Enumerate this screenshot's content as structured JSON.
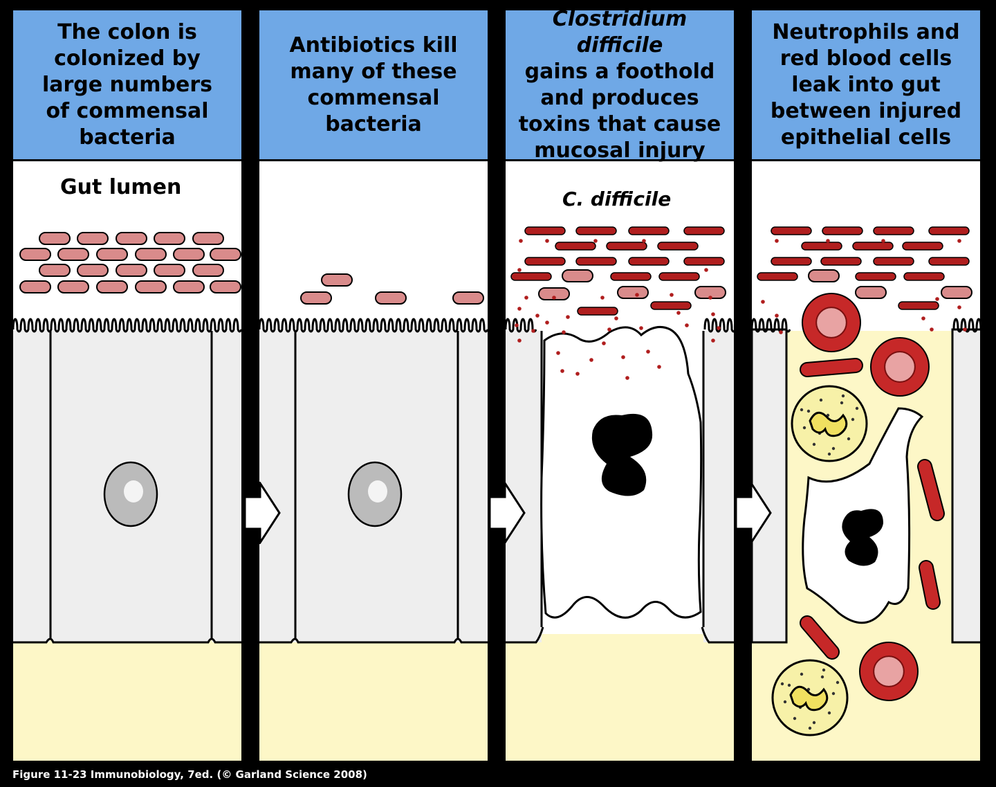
{
  "panels": [
    {
      "title_lines": [
        {
          "text": "The colon is",
          "italic": false
        },
        {
          "text": "colonized by",
          "italic": false
        },
        {
          "text": "large numbers",
          "italic": false
        },
        {
          "text": "of commensal",
          "italic": false
        },
        {
          "text": "bacteria",
          "italic": false
        }
      ],
      "label": "Gut lumen"
    },
    {
      "title_lines": [
        {
          "text": "Antibiotics kill",
          "italic": false
        },
        {
          "text": "many of these",
          "italic": false
        },
        {
          "text": "commensal",
          "italic": false
        },
        {
          "text": "bacteria",
          "italic": false
        }
      ],
      "label": ""
    },
    {
      "title_lines": [
        {
          "text": "Clostridium difficile",
          "italic": true
        },
        {
          "text": "gains a foothold",
          "italic": false
        },
        {
          "text": "and produces",
          "italic": false
        },
        {
          "text": "toxins that cause",
          "italic": false
        },
        {
          "text": "mucosal injury",
          "italic": false
        }
      ],
      "label": "C. difficile"
    },
    {
      "title_lines": [
        {
          "text": "Neutrophils and",
          "italic": false
        },
        {
          "text": "red blood cells",
          "italic": false
        },
        {
          "text": "leak into gut",
          "italic": false
        },
        {
          "text": "between injured",
          "italic": false
        },
        {
          "text": "epithelial cells",
          "italic": false
        }
      ],
      "label": ""
    }
  ],
  "caption": "Figure 11-23  Immunobiology, 7ed. (© Garland Science 2008)",
  "colors": {
    "header_bg": "#6fa8e6",
    "commensal_bacteria": "#d98b8b",
    "c_difficile": "#b01e1e",
    "epithelium": "#eeeeee",
    "lamina_propria": "#fdf7c7",
    "neutrophil": "#f7f1a8",
    "red_blood_cell": "#c62828"
  },
  "icons": [
    "process-arrow",
    "commensal-bacterium",
    "c-difficile-bacterium",
    "toxin-dot",
    "epithelial-cell",
    "nucleus",
    "damaged-cell",
    "red-blood-cell",
    "neutrophil"
  ]
}
